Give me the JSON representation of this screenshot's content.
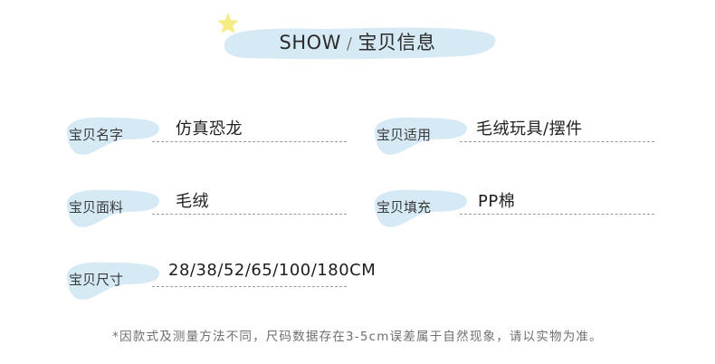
{
  "header": {
    "title_en": "SHOW",
    "title_sep": "/",
    "title_cn": "宝贝信息"
  },
  "fields": {
    "name": {
      "label": "宝贝名字",
      "value": "仿真恐龙"
    },
    "usage": {
      "label": "宝贝适用",
      "value": "毛绒玩具/摆件"
    },
    "material": {
      "label": "宝贝面料",
      "value": "毛绒"
    },
    "filling": {
      "label": "宝贝填充",
      "value": "PP棉"
    },
    "size": {
      "label": "宝贝尺寸",
      "value": "28/38/52/65/100/180CM"
    }
  },
  "footnote": "*因款式及测量方法不同，尺码数据存在3-5cm误差属于自然现象，请以实物为准。",
  "colors": {
    "blob": "#d6eaf6",
    "star": "#f5ec86",
    "dots": "#9a9a9a"
  },
  "icons": [
    "star-icon"
  ]
}
